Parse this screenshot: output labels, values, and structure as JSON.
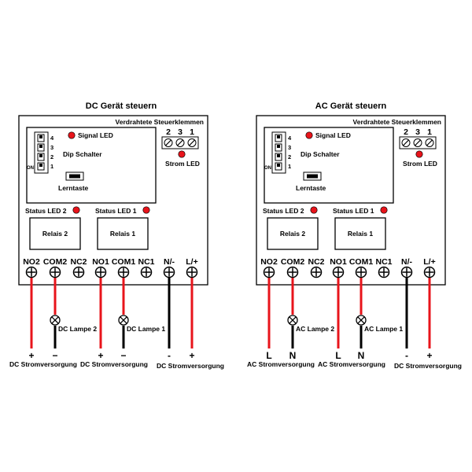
{
  "panels": [
    {
      "id": "dc",
      "title": "DC Gerät steuern",
      "header": "Verdrahtete Steuerklemmen",
      "signal_led": "Signal LED",
      "dip_label": "Dip Schalter",
      "dip_numbers": [
        "4",
        "3",
        "2",
        "1"
      ],
      "dip_on": "ON",
      "learn_label": "Lerntaste",
      "strom_numbers": [
        "2",
        "3",
        "1"
      ],
      "strom_led": "Strom LED",
      "status_led_2": "Status LED 2",
      "status_led_1": "Status LED 1",
      "relay_2": "Relais 2",
      "relay_1": "Relais 1",
      "terminals": [
        "NO2",
        "COM2",
        "NC2",
        "NO1",
        "COM1",
        "NC1",
        "N/-",
        "L/+"
      ],
      "lamp_2": "DC Lampe 2",
      "lamp_1": "DC Lampe 1",
      "signs": [
        "+",
        "−",
        "+",
        "−",
        "-",
        "+"
      ],
      "supplies": [
        "DC Stromversorgung",
        "DC Stromversorgung",
        "DC Stromversorgung"
      ]
    },
    {
      "id": "ac",
      "title": "AC Gerät steuern",
      "header": "Verdrahtete Steuerklemmen",
      "signal_led": "Signal LED",
      "dip_label": "Dip Schalter",
      "dip_numbers": [
        "4",
        "3",
        "2",
        "1"
      ],
      "dip_on": "ON",
      "learn_label": "Lerntaste",
      "strom_numbers": [
        "2",
        "3",
        "1"
      ],
      "strom_led": "Strom LED",
      "status_led_2": "Status LED 2",
      "status_led_1": "Status LED 1",
      "relay_2": "Relais 2",
      "relay_1": "Relais 1",
      "terminals": [
        "NO2",
        "COM2",
        "NC2",
        "NO1",
        "COM1",
        "NC1",
        "N/-",
        "L/+"
      ],
      "lamp_2": "AC Lampe 2",
      "lamp_1": "AC Lampe 1",
      "signs": [
        "L",
        "N",
        "L",
        "N",
        "-",
        "+"
      ],
      "supplies": [
        "AC Stromversorgung",
        "AC Stromversorgung",
        "DC Stromversorgung"
      ]
    }
  ],
  "colors": {
    "led": "#e8141b",
    "wire_red": "#e8141b",
    "wire_black": "#000000"
  },
  "icons": {
    "terminal": "screw-terminal-icon",
    "lamp": "lamp-icon",
    "led": "led-icon"
  }
}
